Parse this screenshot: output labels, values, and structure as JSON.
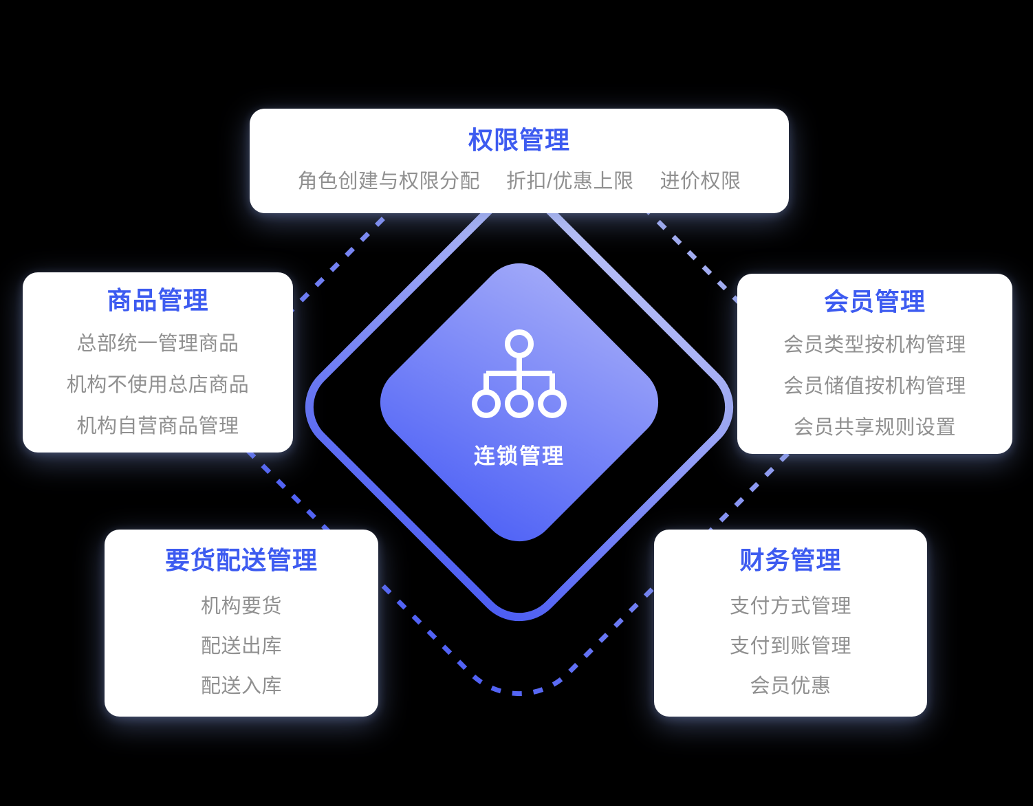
{
  "colors": {
    "background": "#000000",
    "title_blue": "#3d5bf0",
    "body_gray": "#909090",
    "card_bg": "#ffffff",
    "icon_white": "#ffffff",
    "diamond_gradient_top": "#a6adf9",
    "diamond_gradient_bottom": "#4a5ef6",
    "ring_gradient_top": "#c4cbf7",
    "ring_gradient_bottom": "#4254f2",
    "dotted_gradient_top": "#b3bcf0",
    "dotted_gradient_bottom": "#4456f5"
  },
  "center": {
    "label": "连锁管理",
    "icon": "org-chart-icon"
  },
  "cards": {
    "permissions": {
      "title": "权限管理",
      "items": [
        "角色创建与权限分配",
        "折扣/优惠上限",
        "进价权限"
      ]
    },
    "products": {
      "title": "商品管理",
      "lines": [
        "总部统一管理商品",
        "机构不使用总店商品",
        "机构自营商品管理"
      ]
    },
    "members": {
      "title": "会员管理",
      "lines": [
        "会员类型按机构管理",
        "会员储值按机构管理",
        "会员共享规则设置"
      ]
    },
    "delivery": {
      "title": "要货配送管理",
      "lines": [
        "机构要货",
        "配送出库",
        "配送入库"
      ]
    },
    "finance": {
      "title": "财务管理",
      "lines": [
        "支付方式管理",
        "支付到账管理",
        "会员优惠"
      ]
    }
  }
}
